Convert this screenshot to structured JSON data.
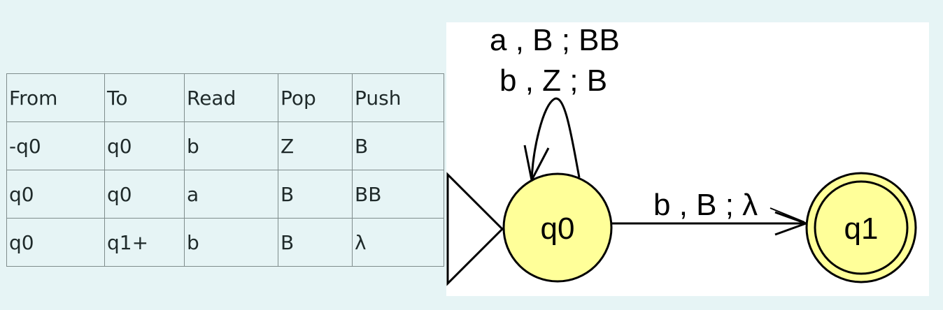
{
  "table": {
    "headers": [
      "From",
      "To",
      "Read",
      "Pop",
      "Push"
    ],
    "rows": [
      [
        "-q0",
        "q0",
        "b",
        "Z",
        "B"
      ],
      [
        "q0",
        "q0",
        "a",
        "B",
        "BB"
      ],
      [
        "q0",
        "q1+",
        "b",
        "B",
        "λ"
      ]
    ]
  },
  "diagram": {
    "states": [
      {
        "name": "q0",
        "initial": true,
        "final": false
      },
      {
        "name": "q1",
        "initial": false,
        "final": true
      }
    ],
    "self_loop_labels": [
      "a , B ; BB",
      "b , Z ; B"
    ],
    "transition_label": "b , B ; λ",
    "colors": {
      "state_fill": "#ffff99",
      "background": "#ffffff",
      "page_background": "#e6f4f5"
    }
  }
}
